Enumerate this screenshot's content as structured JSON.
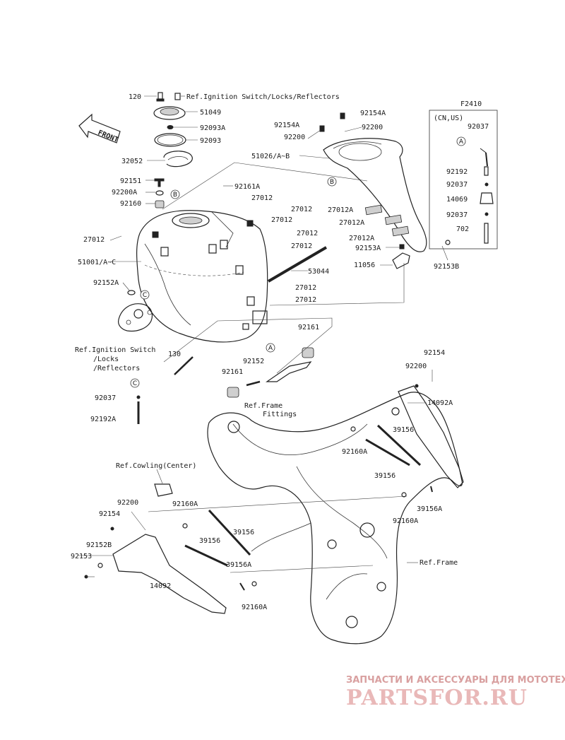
{
  "diagram_code": "F2410",
  "front_label": "FRONT",
  "callouts": {
    "a": "A",
    "b": "B",
    "c": "C"
  },
  "labels": [
    {
      "id": "120",
      "text": "120"
    },
    {
      "id": "ref-ignition-top",
      "text": "Ref.Ignition Switch/Locks/Reflectors"
    },
    {
      "id": "51049",
      "text": "51049"
    },
    {
      "id": "92093A",
      "text": "92093A"
    },
    {
      "id": "92093",
      "text": "92093"
    },
    {
      "id": "32052",
      "text": "32052"
    },
    {
      "id": "92151",
      "text": "92151"
    },
    {
      "id": "92200A",
      "text": "92200A"
    },
    {
      "id": "92160",
      "text": "92160"
    },
    {
      "id": "92161A",
      "text": "92161A"
    },
    {
      "id": "27012-a",
      "text": "27012"
    },
    {
      "id": "27012-b",
      "text": "27012"
    },
    {
      "id": "27012-c",
      "text": "27012"
    },
    {
      "id": "27012-d",
      "text": "27012"
    },
    {
      "id": "27012-e",
      "text": "27012"
    },
    {
      "id": "27012-f",
      "text": "27012"
    },
    {
      "id": "27012-g",
      "text": "27012"
    },
    {
      "id": "27012-h",
      "text": "27012"
    },
    {
      "id": "51001",
      "text": "51001/A~C"
    },
    {
      "id": "92152A",
      "text": "92152A"
    },
    {
      "id": "53044",
      "text": "53044"
    },
    {
      "id": "92154A-l",
      "text": "92154A"
    },
    {
      "id": "92154A-r",
      "text": "92154A"
    },
    {
      "id": "92200-l",
      "text": "92200"
    },
    {
      "id": "92200-r",
      "text": "92200"
    },
    {
      "id": "51026",
      "text": "51026/A~B"
    },
    {
      "id": "27012A-1",
      "text": "27012A"
    },
    {
      "id": "27012A-2",
      "text": "27012A"
    },
    {
      "id": "27012A-3",
      "text": "27012A"
    },
    {
      "id": "92153A",
      "text": "92153A"
    },
    {
      "id": "11056",
      "text": "11056"
    },
    {
      "id": "92153B",
      "text": "92153B"
    },
    {
      "id": "cnus",
      "text": "(CN,US)"
    },
    {
      "id": "92037-1",
      "text": "92037"
    },
    {
      "id": "92192",
      "text": "92192"
    },
    {
      "id": "92037-2",
      "text": "92037"
    },
    {
      "id": "14069",
      "text": "14069"
    },
    {
      "id": "92037-3",
      "text": "92037"
    },
    {
      "id": "702",
      "text": "702"
    },
    {
      "id": "ref-ignition-l1",
      "text": "Ref.Ignition Switch"
    },
    {
      "id": "ref-ignition-l2",
      "text": "/Locks"
    },
    {
      "id": "ref-ignition-l3",
      "text": "/Reflectors"
    },
    {
      "id": "92161-r",
      "text": "92161"
    },
    {
      "id": "130",
      "text": "130"
    },
    {
      "id": "92152",
      "text": "92152"
    },
    {
      "id": "92161-l",
      "text": "92161"
    },
    {
      "id": "ref-frame-fittings-1",
      "text": "Ref.Frame"
    },
    {
      "id": "ref-frame-fittings-2",
      "text": "Fittings"
    },
    {
      "id": "92037-l",
      "text": "92037"
    },
    {
      "id": "92192A",
      "text": "92192A"
    },
    {
      "id": "92154-r",
      "text": "92154"
    },
    {
      "id": "92200-rr",
      "text": "92200"
    },
    {
      "id": "14092A",
      "text": "14092A"
    },
    {
      "id": "39156-r1",
      "text": "39156"
    },
    {
      "id": "92160A-1",
      "text": "92160A"
    },
    {
      "id": "39156-r2",
      "text": "39156"
    },
    {
      "id": "39156A-r",
      "text": "39156A"
    },
    {
      "id": "92160A-2",
      "text": "92160A"
    },
    {
      "id": "ref-cowling",
      "text": "Ref.Cowling(Center)"
    },
    {
      "id": "92200-ll",
      "text": "92200"
    },
    {
      "id": "92160A-3",
      "text": "92160A"
    },
    {
      "id": "92154-l",
      "text": "92154"
    },
    {
      "id": "39156-l1",
      "text": "39156"
    },
    {
      "id": "39156-l2",
      "text": "39156"
    },
    {
      "id": "92152B",
      "text": "92152B"
    },
    {
      "id": "92153",
      "text": "92153"
    },
    {
      "id": "39156A-l",
      "text": "39156A"
    },
    {
      "id": "ref-frame",
      "text": "Ref.Frame"
    },
    {
      "id": "14092",
      "text": "14092"
    },
    {
      "id": "92160A-4",
      "text": "92160A"
    }
  ],
  "watermark": {
    "tagline": "ЗАПЧАСТИ И АКСЕССУАРЫ ДЛЯ МОТОТЕХНИКИ",
    "brand": "PARTSFOR.RU"
  }
}
